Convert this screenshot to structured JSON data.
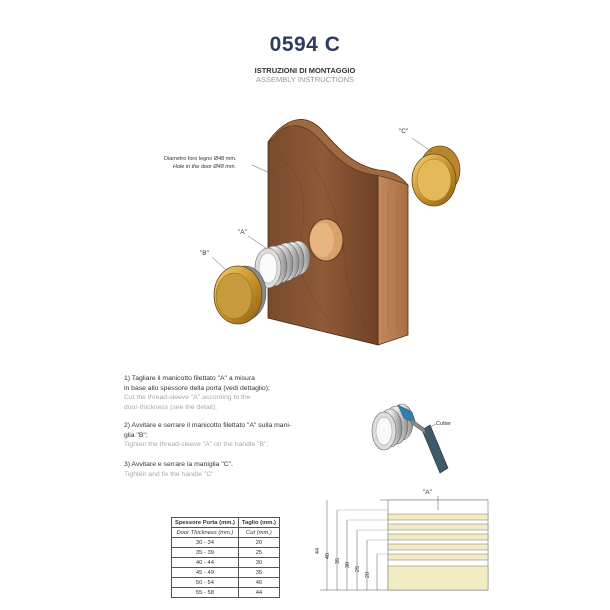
{
  "header": {
    "title": "0594 C",
    "subtitle_it": "ISTRUZIONI DI MONTAGGIO",
    "subtitle_en": "ASSEMBLY INSTRUCTIONS"
  },
  "diagram": {
    "label_a": "\"A\"",
    "label_b": "\"B\"",
    "label_c": "\"C\"",
    "hole_it": "Diametro foro legno Ø48 mm.",
    "hole_en": "Hole in the door Ø48 mm.",
    "cutter": "Cutter"
  },
  "steps": [
    {
      "it1": "1) Tagliare il manicotto filettato \"A\" a misura",
      "it2": "in base allo spessore della porta (vedi dettaglio);",
      "en1": "Cut the thread-sleeve \"A\" according to the",
      "en2": "door-thickness (see the detail);"
    },
    {
      "it1": "2) Avvitare e serrare il manicotto filettato \"A\" sulla mani-",
      "it2": "glia \"B\";",
      "en1": "Tighten the thread-sleeve \"A\" on the handle \"B\";"
    },
    {
      "it1": "3) Avvitare e serrare la maniglia \"C\".",
      "en1": "Tighten and fix the handle \"C\""
    }
  ],
  "table": {
    "h1": "Spessore Porta (mm.)",
    "h2": "Taglio (mm.)",
    "s1": "Door Thickness (mm.)",
    "s2": "Cut (mm.)",
    "rows": [
      [
        "30 - 34",
        "20"
      ],
      [
        "35 - 39",
        "25"
      ],
      [
        "40 - 44",
        "30"
      ],
      [
        "45 - 49",
        "35"
      ],
      [
        "50 - 54",
        "40"
      ],
      [
        "55 - 58",
        "44"
      ]
    ]
  },
  "detail": {
    "label_a": "\"A\"",
    "dims": [
      "44",
      "40",
      "35",
      "30",
      "25",
      "20"
    ]
  }
}
